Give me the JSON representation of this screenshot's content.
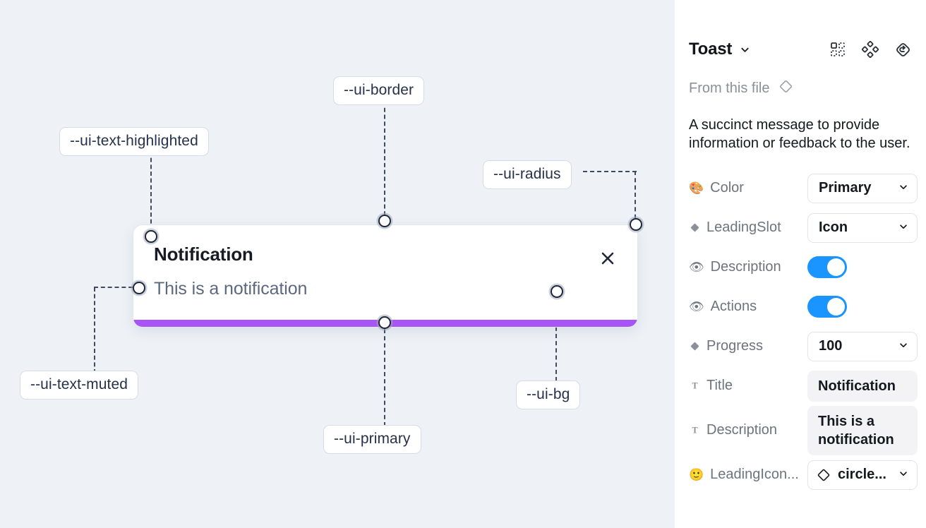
{
  "canvas": {
    "background_color": "#eef2f7",
    "toast": {
      "title": "Notification",
      "description": "This is a notification",
      "close_icon": "close-x-icon",
      "progress_color": "#a855f7",
      "background_color": "#ffffff"
    },
    "annotations": [
      {
        "id": "text-highlighted",
        "label": "--ui-text-highlighted"
      },
      {
        "id": "border",
        "label": "--ui-border"
      },
      {
        "id": "radius",
        "label": "--ui-radius"
      },
      {
        "id": "text-muted",
        "label": "--ui-text-muted"
      },
      {
        "id": "primary",
        "label": "--ui-primary"
      },
      {
        "id": "bg",
        "label": "--ui-bg"
      }
    ]
  },
  "panel": {
    "title": "Toast",
    "title_chevron_icon": "chevron-down-icon",
    "header_icons": [
      {
        "name": "component-set-icon"
      },
      {
        "name": "component-diamonds-icon"
      },
      {
        "name": "reset-instance-icon"
      }
    ],
    "from_this_file": {
      "label": "From this file",
      "icon": "diamond-component-icon"
    },
    "description": "A succinct message to provide information or feedback to the user.",
    "properties": [
      {
        "name": "color",
        "emoji": "🎨",
        "icon_type": "emoji",
        "label": "Color",
        "control": "select",
        "value": "Primary"
      },
      {
        "name": "leading-slot",
        "emoji": "",
        "icon_type": "diamond",
        "label": "LeadingSlot",
        "control": "select",
        "value": "Icon"
      },
      {
        "name": "description",
        "emoji": "👁",
        "icon_type": "emoji",
        "label": "Description",
        "control": "toggle",
        "value": "on"
      },
      {
        "name": "actions",
        "emoji": "👁",
        "icon_type": "emoji",
        "label": "Actions",
        "control": "toggle",
        "value": "on"
      },
      {
        "name": "progress",
        "emoji": "",
        "icon_type": "diamond",
        "label": "Progress",
        "control": "select",
        "value": "100"
      },
      {
        "name": "title",
        "emoji": "T",
        "icon_type": "text",
        "label": "Title",
        "control": "text",
        "value": "Notification"
      },
      {
        "name": "desc-text",
        "emoji": "T",
        "icon_type": "text",
        "label": "Description",
        "control": "textarea",
        "value": "This is a notification"
      },
      {
        "name": "leading-icon",
        "emoji": "🙂",
        "icon_type": "emoji",
        "label": "LeadingIcon...",
        "control": "icon-select",
        "value": "circle..."
      }
    ],
    "toggle_on_color": "#1a94ff"
  }
}
